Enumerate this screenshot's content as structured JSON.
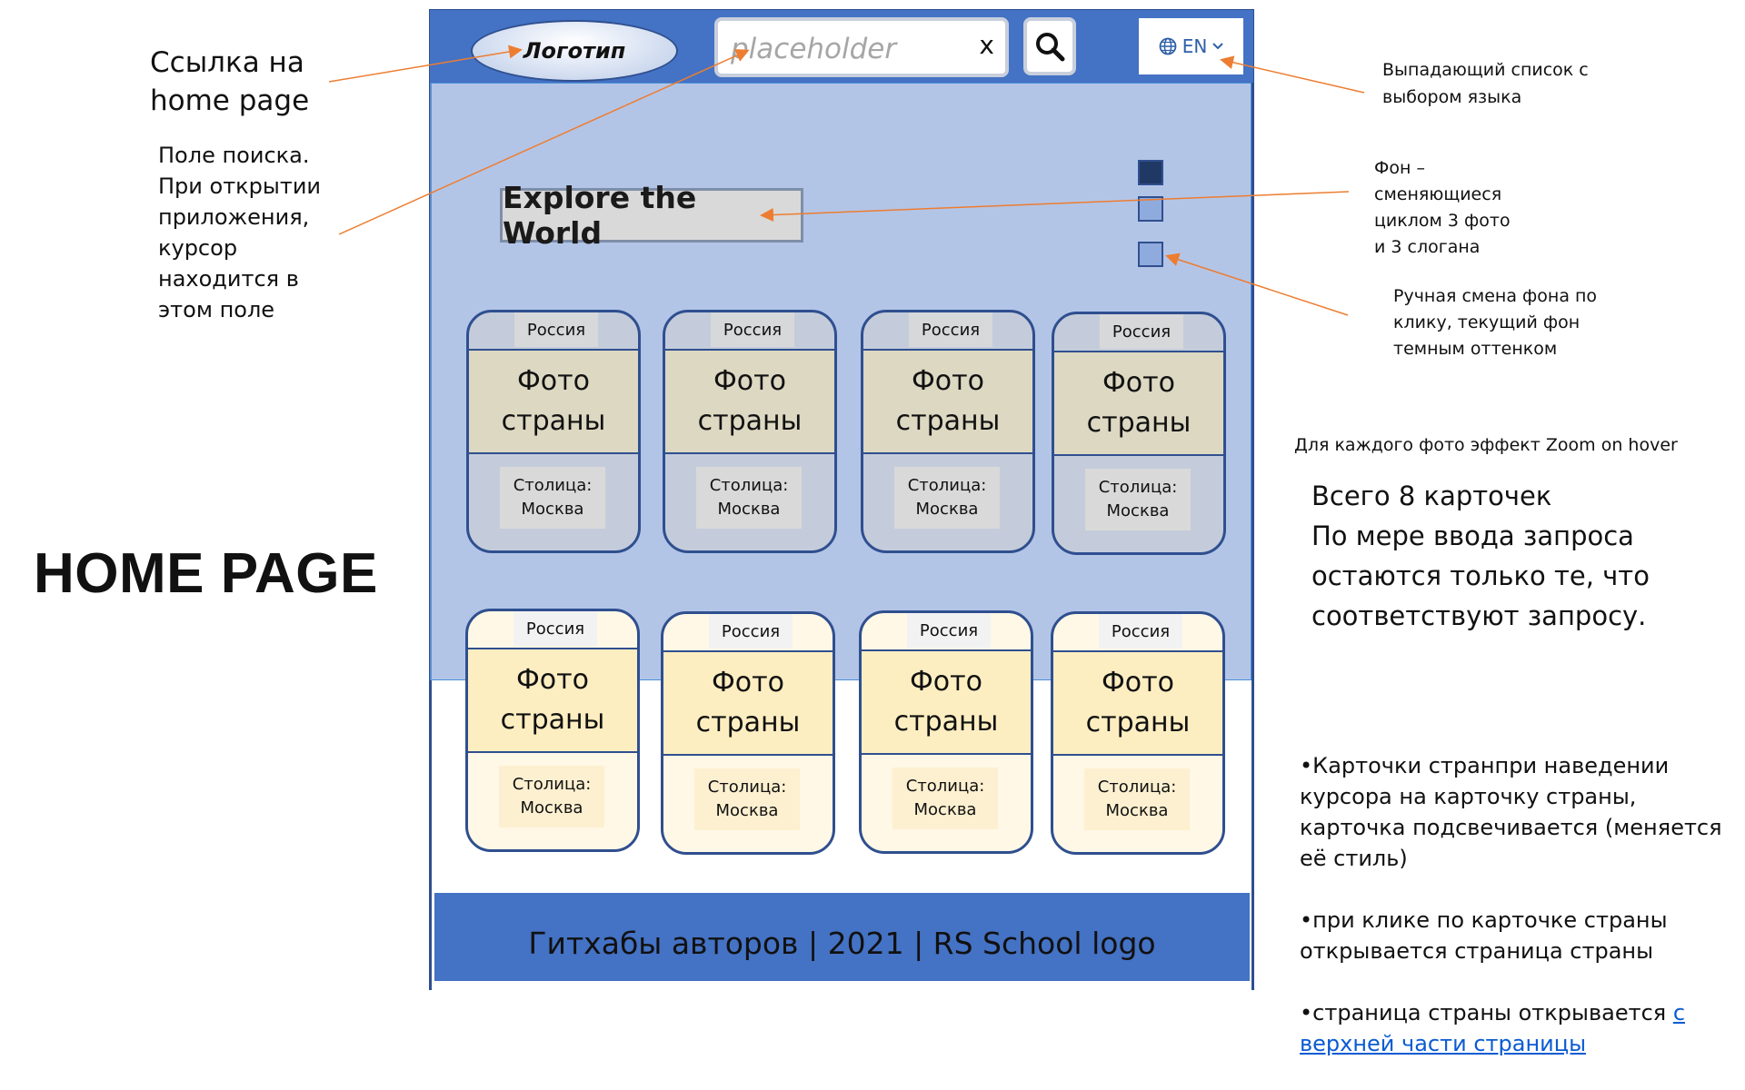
{
  "page_label": "HOME PAGE",
  "annotations": {
    "home_link": "Ссылка на\nhome page",
    "search_field": "Поле поиска.\nПри открытии\nприложения,\nкурсор\nнаходится в\nэтом поле",
    "language_dropdown": "Выпадающий список с\nвыбором языка",
    "background": "Фон –\nсменяющиеся\nциклом 3 фото\nи 3 слогана",
    "manual_switch": "Ручная смена фона по\nклику, текущий фон\nтемным оттенком",
    "zoom_hover": "Для каждого фото эффект Zoom on hover",
    "cards_info": "Всего 8 карточек\nПо мере ввода запроса\nостаются только те, что\nсоответствуют запросу.",
    "bullets": [
      "•Карточки странпри наведении курсора на карточку страны, карточка подсвечивается (меняется её стиль)",
      "•при клике по карточке страны открывается страница страны",
      "•страница страны открывается "
    ],
    "bullet_link": "с верхней части страницы"
  },
  "header": {
    "logo": "Логотип",
    "search_placeholder": "placeholder",
    "search_clear": "x",
    "language": "EN"
  },
  "hero": {
    "slogan": "Explore the World"
  },
  "cards": [
    {
      "country": "Россия",
      "photo": "Фото\nстраны",
      "capital": "Столица:\nМосква"
    },
    {
      "country": "Россия",
      "photo": "Фото\nстраны",
      "capital": "Столица:\nМосква"
    },
    {
      "country": "Россия",
      "photo": "Фото\nстраны",
      "capital": "Столица:\nМосква"
    },
    {
      "country": "Россия",
      "photo": "Фото\nстраны",
      "capital": "Столица:\nМосква"
    },
    {
      "country": "Россия",
      "photo": "Фото\nстраны",
      "capital": "Столица:\nМосква"
    },
    {
      "country": "Россия",
      "photo": "Фото\nстраны",
      "capital": "Столица:\nМосква"
    },
    {
      "country": "Россия",
      "photo": "Фото\nстраны",
      "capital": "Столица:\nМосква"
    },
    {
      "country": "Россия",
      "photo": "Фото\nстраны",
      "capital": "Столица:\nМосква"
    }
  ],
  "footer": {
    "text": "Гитхабы авторов | 2021 | RS School logo"
  },
  "colors": {
    "header_bg": "#4472c4",
    "hero_bg": "#b4c7e7",
    "arrow": "#ed7d31",
    "active_dot": "#203864",
    "inactive_dot": "#8faadc"
  }
}
